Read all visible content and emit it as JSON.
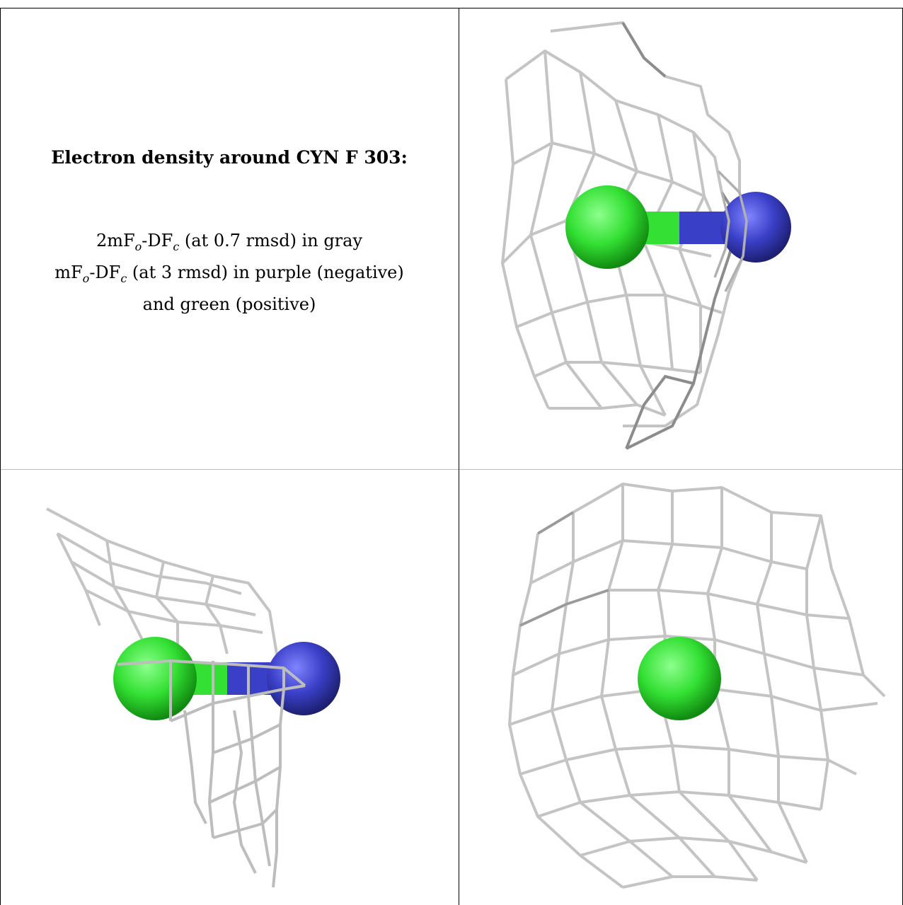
{
  "title": "Electron density around CYN F 303:",
  "legend": {
    "line1": {
      "prefix": "2mF",
      "sub1": "o",
      "mid": "-DF",
      "sub2": "c",
      "suffix": " (at 0.7 rmsd) in gray"
    },
    "line2": {
      "prefix": "mF",
      "sub1": "o",
      "mid": "-DF",
      "sub2": "c",
      "suffix": " (at 3 rmsd) in purple (negative)"
    },
    "line3": "and green (positive)"
  },
  "panels": [
    {
      "view": "side-view-1",
      "atoms": [
        "C",
        "N"
      ]
    },
    {
      "view": "side-view-2",
      "atoms": [
        "C",
        "N"
      ]
    },
    {
      "view": "end-on-view",
      "atoms": [
        "C"
      ]
    }
  ],
  "colors": {
    "carbon": "#33e033",
    "nitrogen": "#3a3fc8",
    "mesh": "#c8c8c8",
    "mesh_dark": "#8c8c8c",
    "rule": "#000000"
  }
}
